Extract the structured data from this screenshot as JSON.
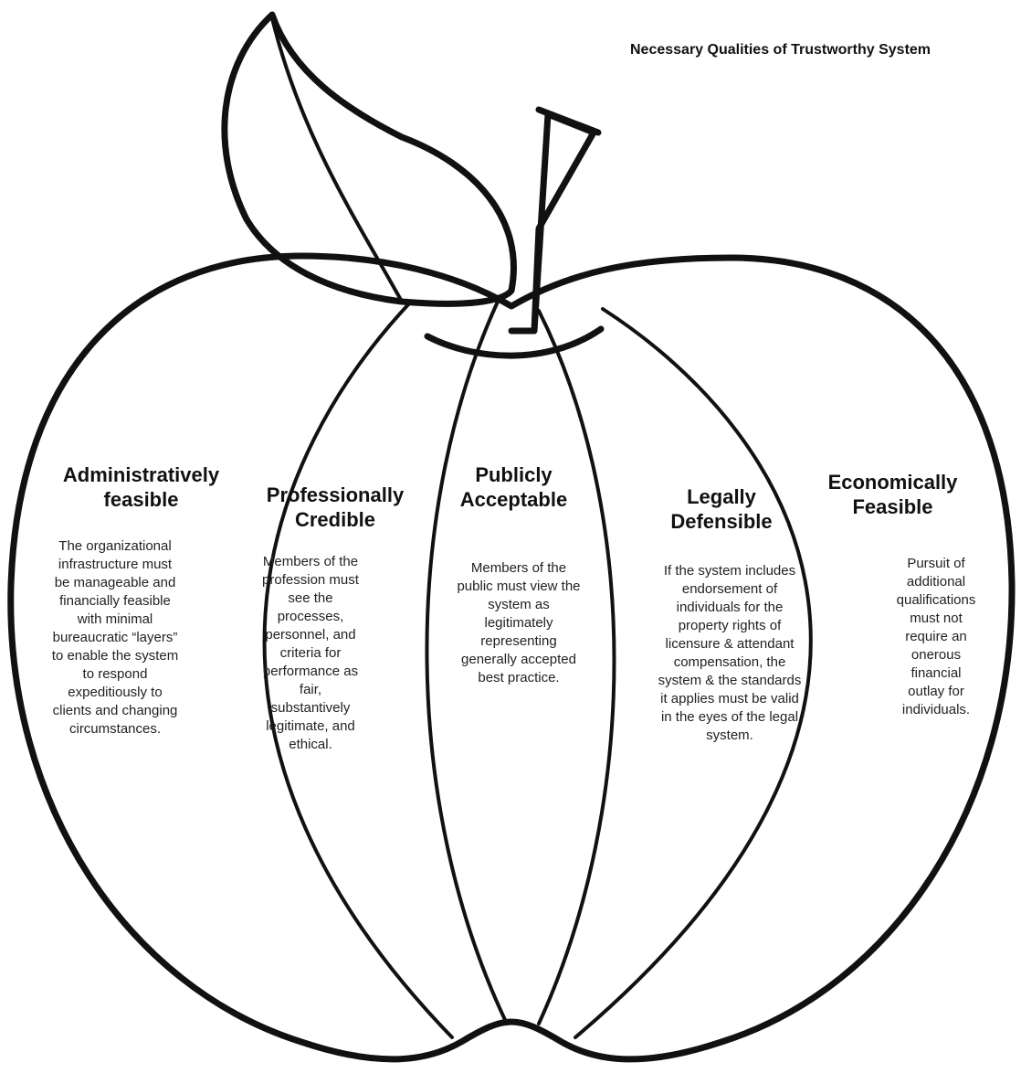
{
  "title": "Necessary Qualities of Trustworthy System",
  "segments": [
    {
      "heading": "Administratively\nfeasible",
      "body": "The organizational\ninfrastructure must\nbe manageable and\nfinancially feasible\nwith minimal\nbureaucratic “layers”\nto enable the system\nto respond\nexpeditiously to\nclients and changing\ncircumstances."
    },
    {
      "heading": "Professionally\nCredible",
      "body": "Members of the\nprofession must\nsee the\nprocesses,\npersonnel, and\ncriteria for\nperformance as\nfair,\nsubstantively\nlegitimate, and\nethical."
    },
    {
      "heading": "Publicly\nAcceptable",
      "body": "Members of the\npublic must view the\nsystem as\nlegitimately\nrepresenting\ngenerally accepted\nbest practice."
    },
    {
      "heading": "Legally\nDefensible",
      "body": "If the system includes\nendorsement of\nindividuals for the\nproperty rights of\nlicensure & attendant\ncompensation, the\nsystem & the standards\nit applies must be valid\nin the eyes of the legal\nsystem."
    },
    {
      "heading": "Economically\nFeasible",
      "body": "Pursuit of\nadditional\nqualifications\nmust not\nrequire an\nonerous\nfinancial\noutlay for\nindividuals."
    }
  ]
}
